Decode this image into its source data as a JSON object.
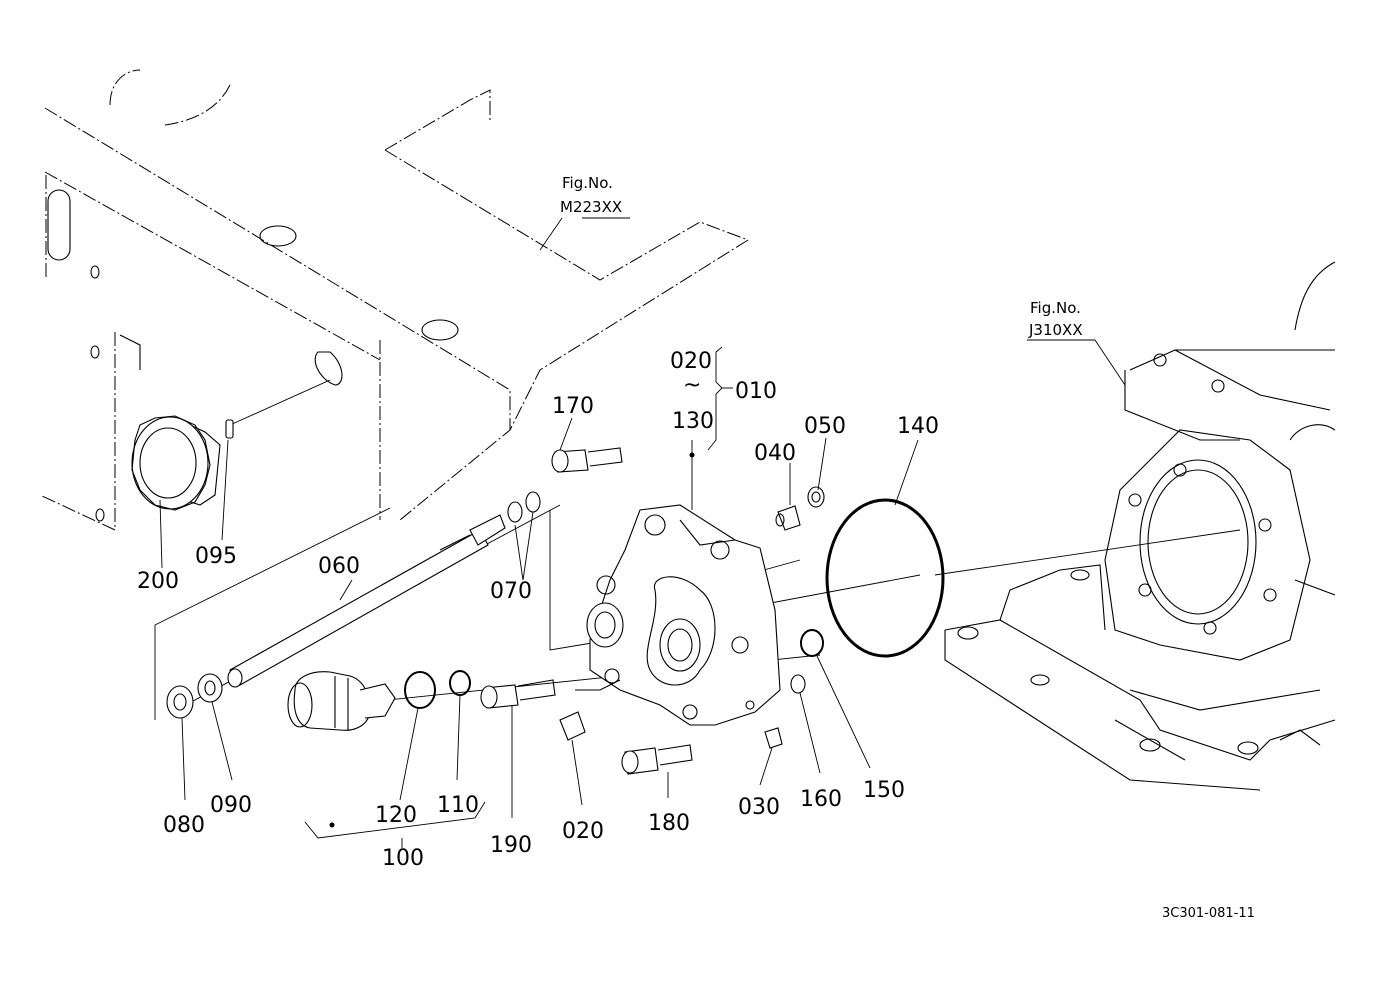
{
  "figure_refs": [
    {
      "prefix": "Fig.No.",
      "code": "M223XX"
    },
    {
      "prefix": "Fig.No.",
      "code": "J310XX"
    }
  ],
  "labels": {
    "p010": "010",
    "p020a": "020",
    "tilde": "~",
    "p130": "130",
    "p020b": "020",
    "p030": "030",
    "p040": "040",
    "p050": "050",
    "p060": "060",
    "p070": "070",
    "p080": "080",
    "p090": "090",
    "p095": "095",
    "p100": "100",
    "p110": "110",
    "p120": "120",
    "p140": "140",
    "p150": "150",
    "p160": "160",
    "p170": "170",
    "p180": "180",
    "p190": "190",
    "p200": "200"
  },
  "drawing_code": "3C301-081-11"
}
